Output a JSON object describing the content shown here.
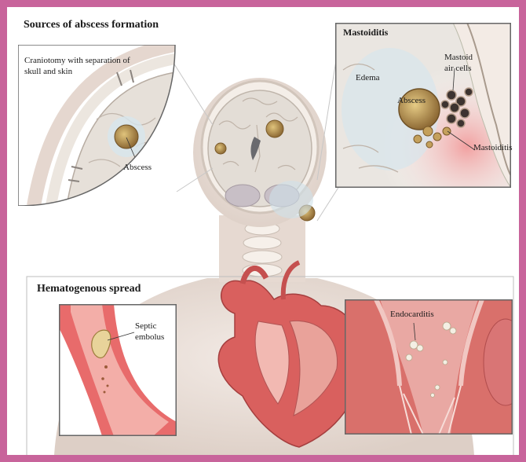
{
  "titles": {
    "sources": "Sources of abscess formation",
    "hematogenous": "Hematogenous spread"
  },
  "craniotomy_inset": {
    "caption": "Craniotomy with separation of skull and skin",
    "abscess_label": "Abscess"
  },
  "mastoiditis_inset": {
    "title": "Mastoiditis",
    "edema": "Edema",
    "abscess": "Abscess",
    "mastoid_air_cells": "Mastoid air cells",
    "mastoiditis": "Mastoiditis"
  },
  "embolus_inset": {
    "label": "Septic embolus"
  },
  "endocarditis_inset": {
    "label": "Endocarditis"
  },
  "colors": {
    "frame": "#c8649b",
    "skin": "#e9ddd6",
    "brain": "#e7e2dc",
    "abscess": "#b0894a",
    "vessel": "#e0736f",
    "heart": "#d9605e"
  }
}
